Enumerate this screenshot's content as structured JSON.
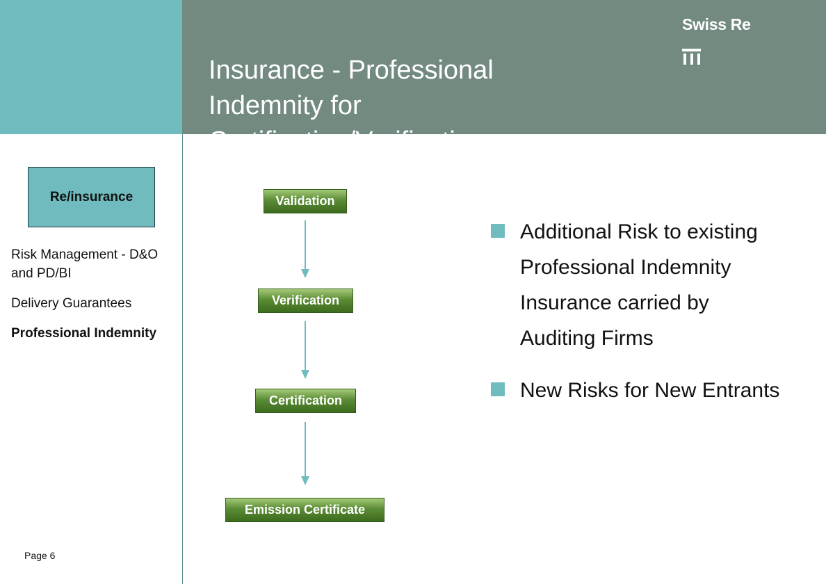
{
  "header": {
    "title_line1": "Insurance - Professional",
    "title_line2": "Indemnity for",
    "title_line3": "Certification/Verification",
    "logo_text": "Swiss Re",
    "logo_icon": "swiss-re-logo-mark-icon"
  },
  "sidebar": {
    "section_box": "Re/insurance",
    "items": [
      {
        "label": "Risk Management - D&O and PD/BI"
      },
      {
        "label": "Delivery Guarantees"
      },
      {
        "label": "Professional Indemnity"
      }
    ],
    "page_label": "Page 6"
  },
  "flow": {
    "steps": [
      "Validation",
      "Verification",
      "Certification",
      "Emission Certificate"
    ],
    "box_color": "#5b8c35",
    "arrow_color": "#6fbbbd"
  },
  "bullets": [
    "Additional Risk to existing Professional Indemnity Insurance carried by Auditing Firms",
    "New Risks for New Entrants"
  ],
  "colors": {
    "accent_teal": "#6fbbbd",
    "header_gray_green": "#728a80"
  }
}
